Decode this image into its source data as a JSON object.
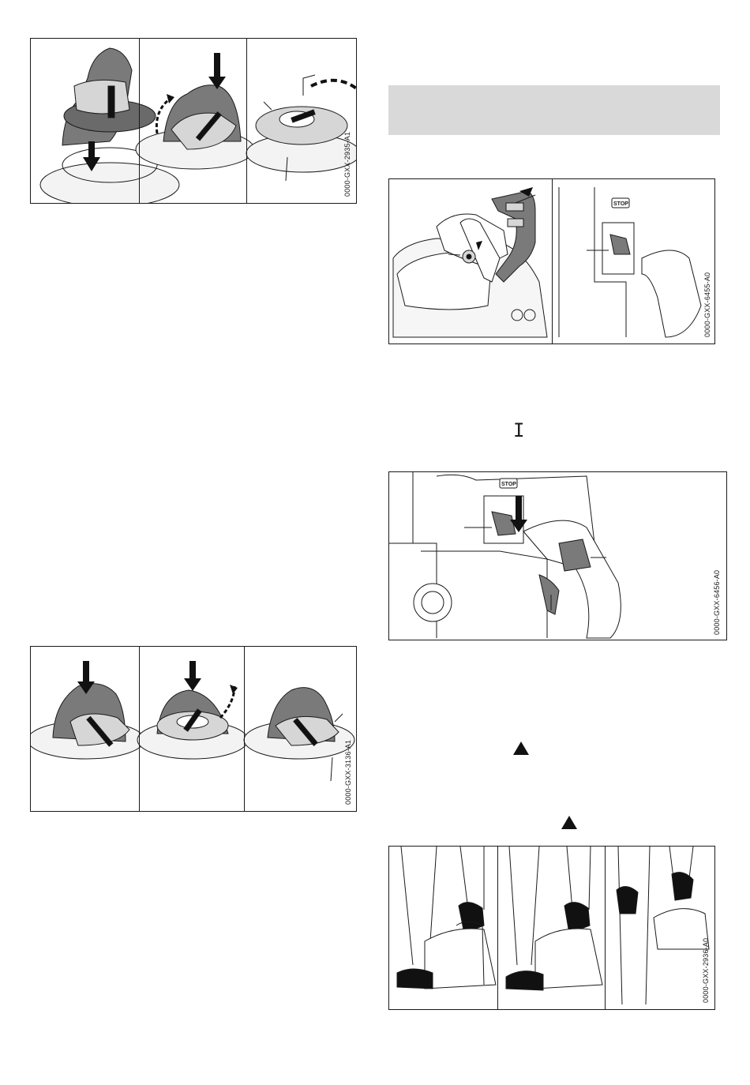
{
  "figures": {
    "fig_a": {
      "code": "0000-GXX-2935-A1"
    },
    "fig_b": {
      "code": "0000-GXX-3136-A1"
    },
    "fig_c": {
      "code": "0000-GXX-6455-A0",
      "stop_label": "STOP"
    },
    "fig_d": {
      "code": "0000-GXX-6456-A0",
      "stop_label": "STOP"
    },
    "fig_e": {
      "code": "0000-GXX-2936-A0"
    }
  },
  "symbols": {
    "run_position": "I",
    "warning_1": "warning-triangle",
    "warning_2": "warning-triangle"
  },
  "colors": {
    "heading_bg": "#d9d9d9",
    "ink": "#1a1a1a",
    "dark_part": "#7a7a7a",
    "light_part": "#d6d6d6"
  }
}
